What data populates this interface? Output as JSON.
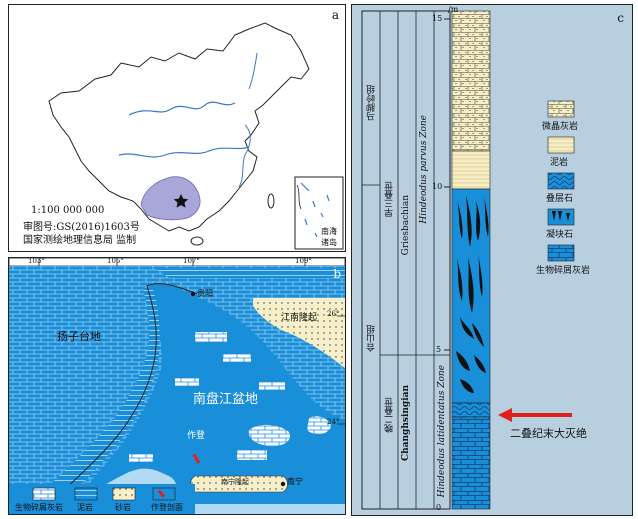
{
  "panel_a": {
    "label": "a",
    "scale": "1:100 000 000",
    "approval": "审图号:GS(2016)1603号",
    "agency": "国家测绘地理信息局 监制",
    "inset_label_1": "南海",
    "inset_label_2": "诸岛"
  },
  "panel_b": {
    "label": "b",
    "lon_ticks": [
      "103°",
      "105°",
      "107°",
      "109°"
    ],
    "lat_ticks": [
      "26°",
      "24°"
    ],
    "yangtze_platform": "扬子台地",
    "guiyang": "贵阳",
    "jiangnan_uplift": "江南隆起",
    "nanpanjiang_basin": "南盘江盆地",
    "zuodeng": "作登",
    "nanning_uplift": "南宁隆起",
    "nanning": "南宁",
    "legend": [
      "生物碎屑灰岩",
      "泥岩",
      "砂岩",
      "作登剖面"
    ]
  },
  "panel_c": {
    "label": "c",
    "unit": "/m",
    "depth_ticks": [
      "15",
      "10",
      "5",
      "0"
    ],
    "formation_upper": "马脚岭组",
    "formation_lower": "合山组",
    "series_upper": "早三叠世",
    "series_lower": "晚二叠世",
    "stage_upper": "Griesbachian",
    "stage_lower": "Changhsingian",
    "zone_upper": "Hindeodus parvus Zone",
    "zone_lower": "Hindeodus latidentatus Zone",
    "legend": [
      "微晶灰岩",
      "泥岩",
      "叠层石",
      "凝块石",
      "生物碎屑灰岩"
    ],
    "extinction": "二叠纪末大灭绝"
  }
}
